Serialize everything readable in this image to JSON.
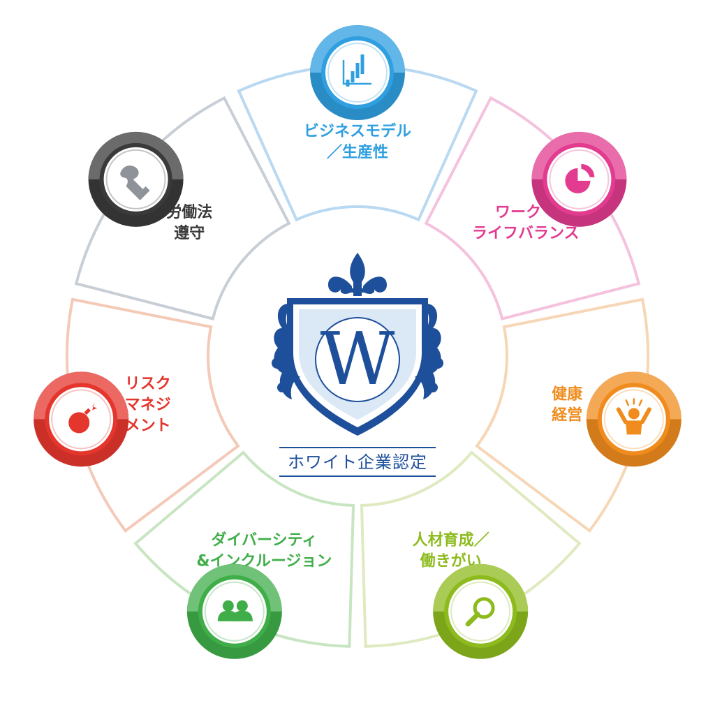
{
  "emblem": {
    "letter": "W",
    "badge": "ホワイト企業認定",
    "colors": {
      "primary": "#1e4f9b",
      "light": "#4d86c9",
      "pale": "#dbe8f5"
    }
  },
  "segments": [
    {
      "id": "business-model",
      "lines": [
        "ビジネスモデル",
        "／生産性"
      ],
      "color": "#2f9fe0",
      "outline": "#b9d9f2",
      "icon": "bar-chart-icon"
    },
    {
      "id": "work-life-balance",
      "lines": [
        "ワーク・",
        "ライフバランス"
      ],
      "color": "#e23b8f",
      "outline": "#f5c2de",
      "icon": "pie-chart-icon"
    },
    {
      "id": "health-management",
      "lines": [
        "健康",
        "経営"
      ],
      "color": "#f08c1e",
      "outline": "#f7d6b6",
      "icon": "cheering-person-icon"
    },
    {
      "id": "talent-development",
      "lines": [
        "人材育成／",
        "働きがい"
      ],
      "color": "#8dbb1e",
      "outline": "#dfeac0",
      "icon": "magnifier-icon"
    },
    {
      "id": "diversity-inclusion",
      "lines": [
        "ダイバーシティ",
        "&インクルージョン"
      ],
      "color": "#3fae49",
      "outline": "#c8e5c2",
      "icon": "people-icon"
    },
    {
      "id": "risk-management",
      "lines": [
        "リスク",
        "マネジ",
        "メント"
      ],
      "color": "#e5362d",
      "outline": "#f4c9b8",
      "icon": "bomb-icon"
    },
    {
      "id": "labor-law-compliance",
      "lines": [
        "労働法",
        "遵守"
      ],
      "color": "#3a3a3a",
      "outline": "#c8ced5",
      "icon": "stamp-icon"
    }
  ],
  "icon_ring_color": "#8e9399"
}
